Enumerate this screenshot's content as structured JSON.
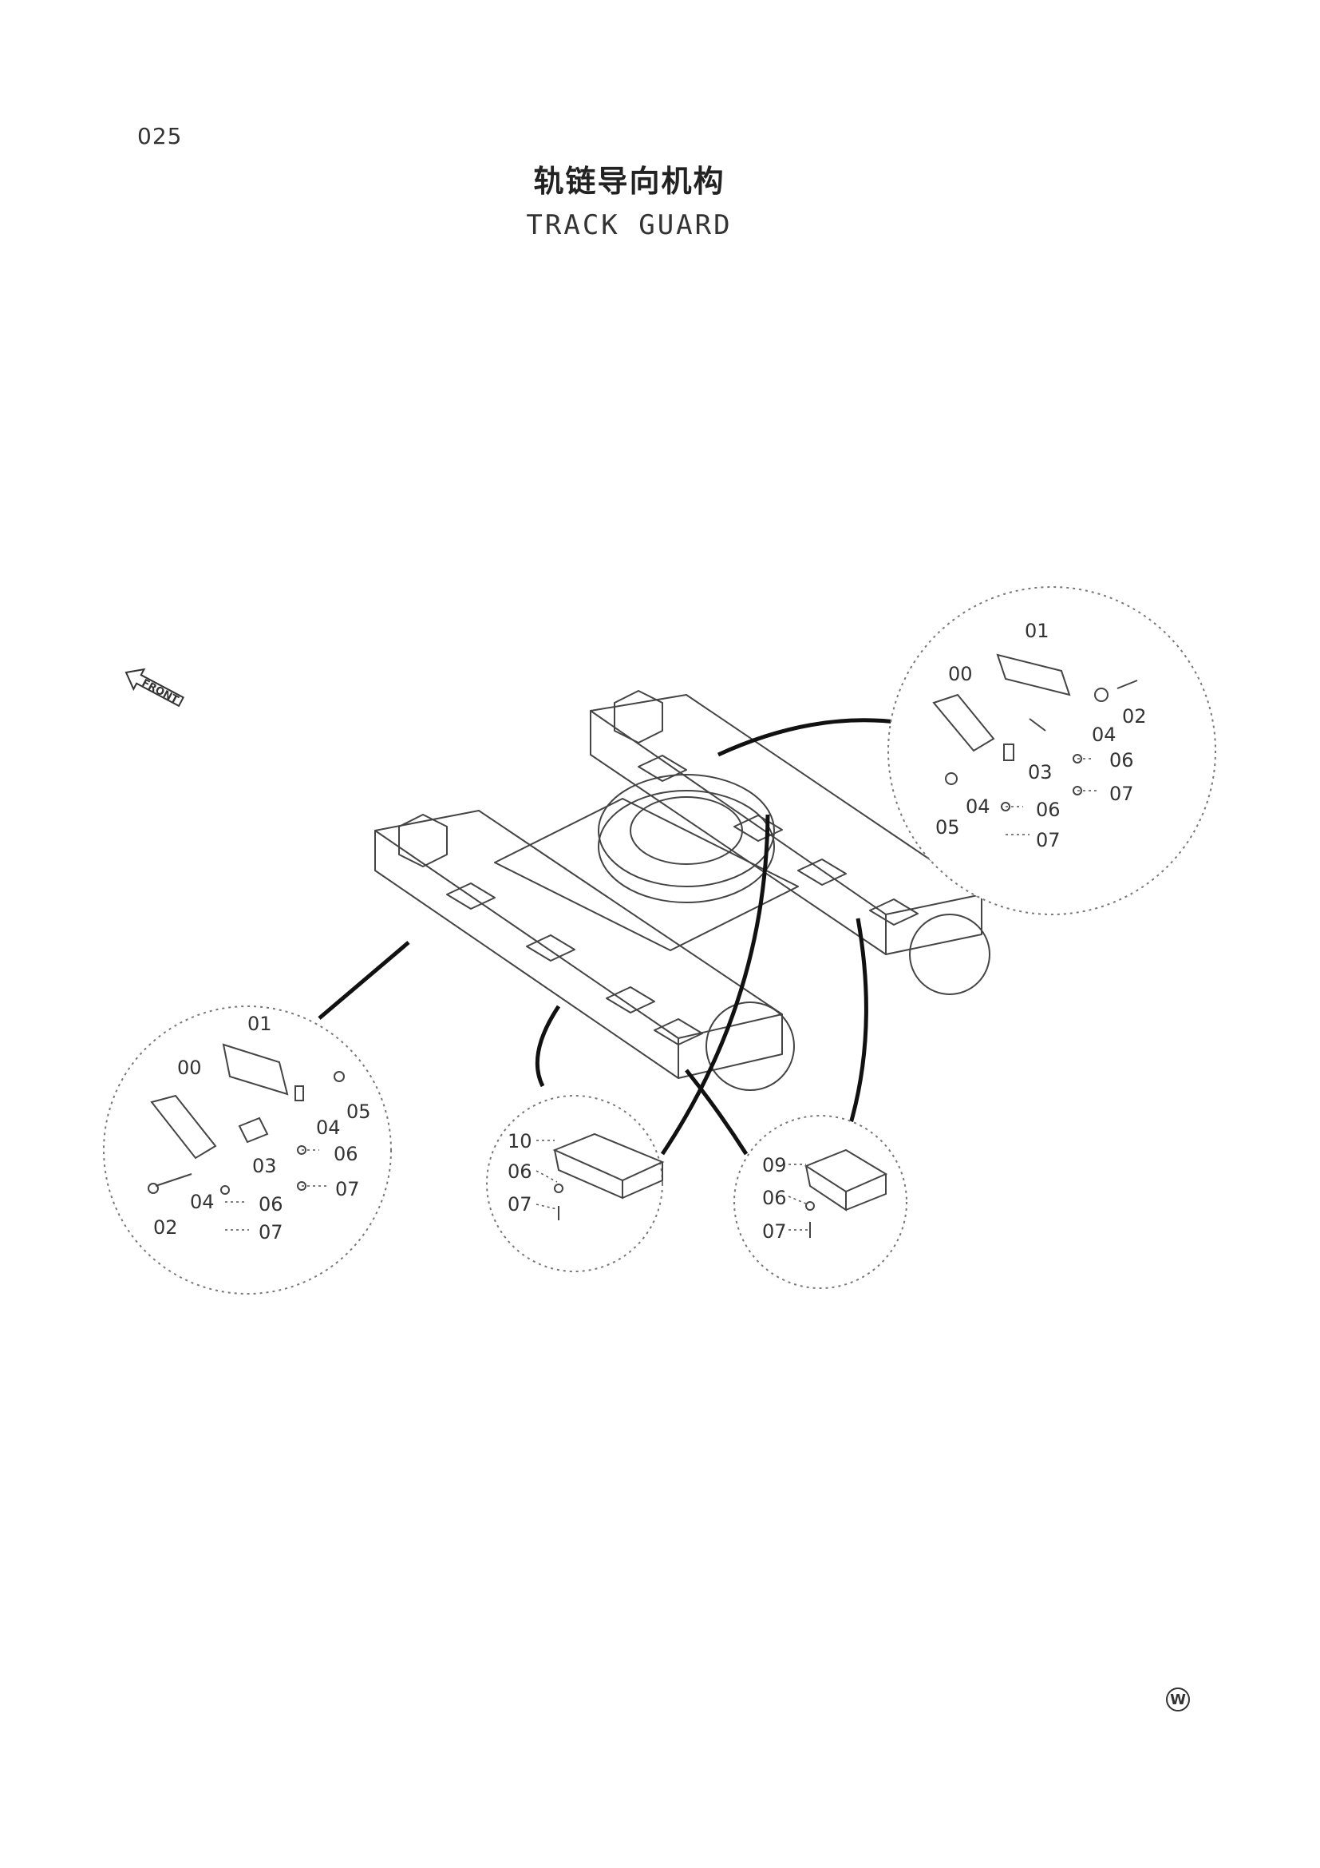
{
  "page_number": "025",
  "title_cn": "轨链导向机构",
  "title_en": "TRACK GUARD",
  "front_arrow_label": "FRONT",
  "watermark_symbol": "W",
  "detail_top_right": {
    "labels": [
      "01",
      "00",
      "02",
      "04",
      "06",
      "03",
      "07",
      "04",
      "06",
      "05",
      "07"
    ]
  },
  "detail_left": {
    "labels": [
      "01",
      "00",
      "04",
      "05",
      "06",
      "03",
      "07",
      "04",
      "06",
      "02",
      "07"
    ]
  },
  "detail_center": {
    "labels": [
      "10",
      "06",
      "07"
    ]
  },
  "detail_right_center": {
    "labels": [
      "09",
      "06",
      "07"
    ]
  }
}
